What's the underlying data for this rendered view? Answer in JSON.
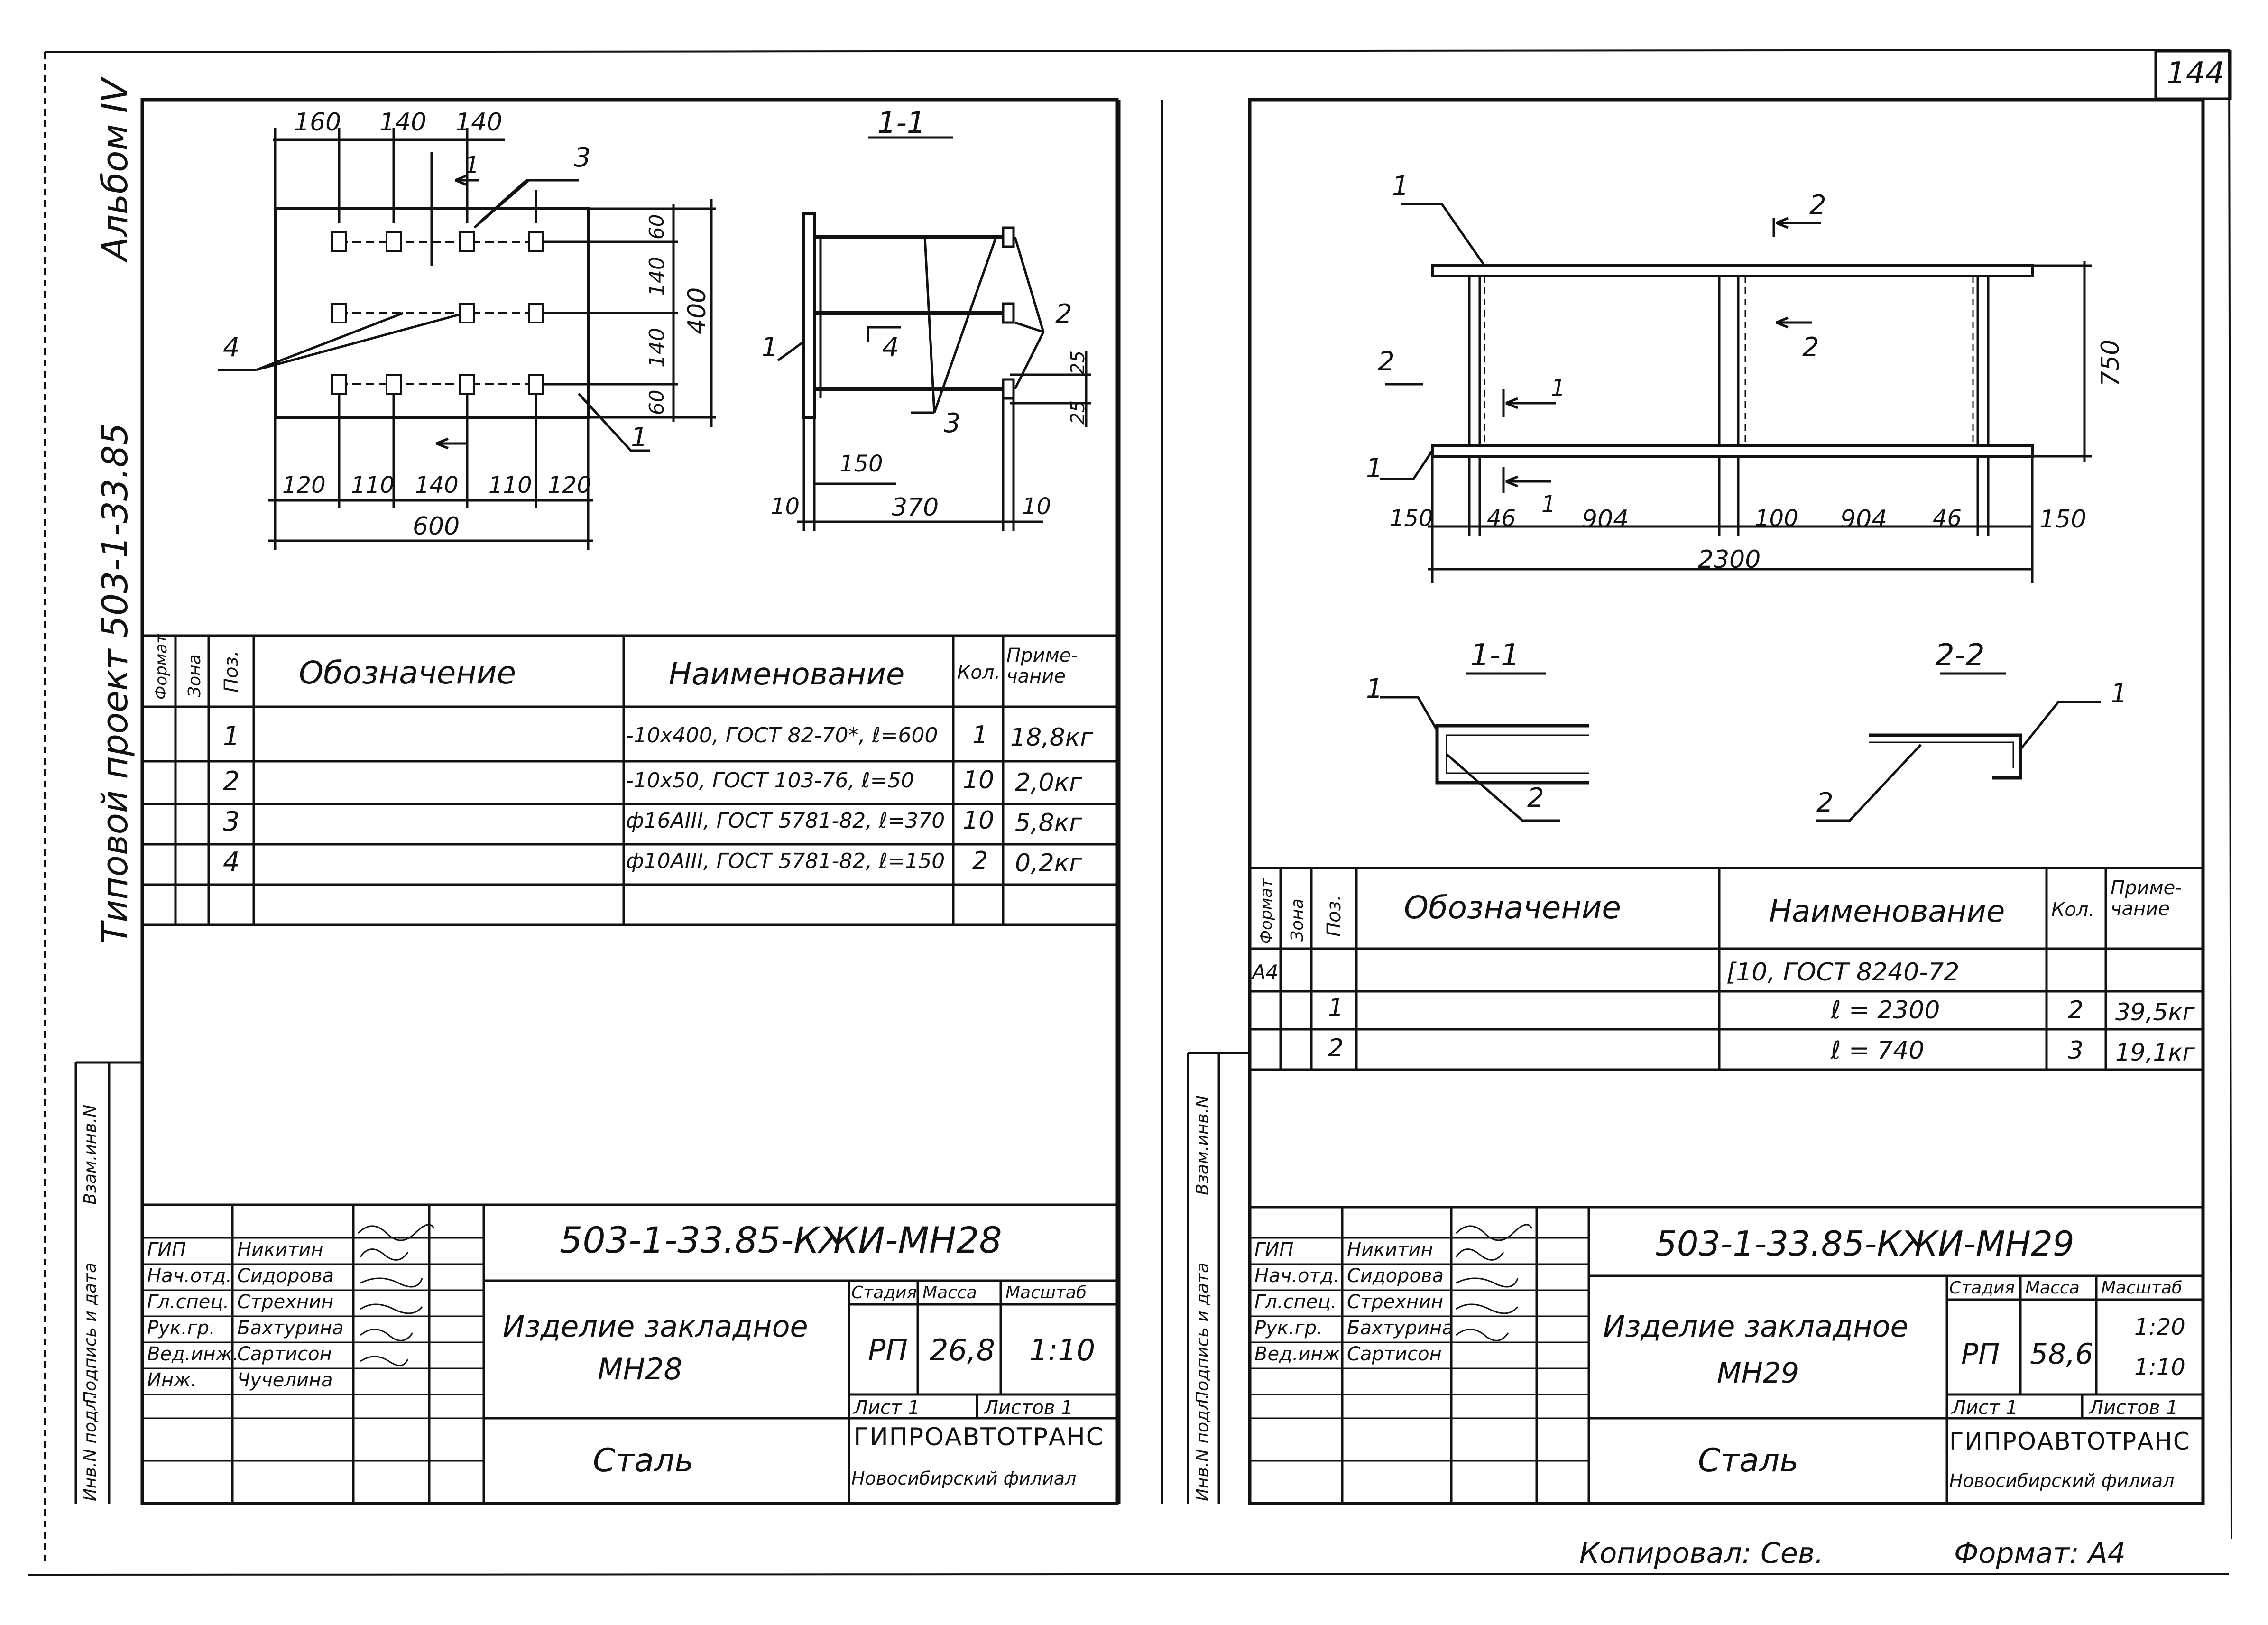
{
  "page_number": "144",
  "margin": {
    "album": "Альбом IV",
    "project": "Типовой проект 503-1-33.85"
  },
  "side_stamp": {
    "inv_podl": "Инв.N подл.",
    "podpis_data": "Подпись и дата",
    "vzam_inv": "Взам.инв.N"
  },
  "sheet_left": {
    "section_label": "1-1",
    "plan": {
      "dims_top": [
        "160",
        "140",
        "140"
      ],
      "dims_bottom": [
        "120",
        "110",
        "140",
        "110",
        "120"
      ],
      "total_width": "600",
      "dims_right": [
        "60",
        "140",
        "140",
        "60"
      ],
      "total_height": "400",
      "cut_mark": "1",
      "callouts": [
        "3",
        "4",
        "1"
      ]
    },
    "section": {
      "dims_bottom": [
        "10",
        "370",
        "10"
      ],
      "dim_inner": "150",
      "dims_right": [
        "25",
        "25"
      ],
      "callouts": [
        "1",
        "4",
        "2",
        "3"
      ]
    },
    "spec": {
      "headers": {
        "format": "Формат",
        "zone": "Зона",
        "pos": "Поз.",
        "designation": "Обозначение",
        "name": "Наименование",
        "qty": "Кол.",
        "note": "Приме-чание"
      },
      "rows": [
        {
          "pos": "1",
          "name": "-10x400, ГОСТ 82-70*, ℓ=600",
          "qty": "1",
          "note": "18,8кг"
        },
        {
          "pos": "2",
          "name": "-10x50, ГОСТ 103-76, ℓ=50",
          "qty": "10",
          "note": "2,0кг"
        },
        {
          "pos": "3",
          "name": "ф16АIII, ГОСТ 5781-82, ℓ=370",
          "qty": "10",
          "note": "5,8кг"
        },
        {
          "pos": "4",
          "name": "ф10АIII, ГОСТ 5781-82, ℓ=150",
          "qty": "2",
          "note": "0,2кг"
        }
      ]
    },
    "title_block": {
      "code": "503-1-33.85-КЖИ-МН28",
      "roles": [
        "ГИП",
        "Нач.отд.",
        "Гл.спец.",
        "Рук.гр.",
        "Вед.инж.",
        "Инж."
      ],
      "names": [
        "Никитин",
        "Сидорова",
        "Стрехнин",
        "Бахтурина",
        "Сартисон",
        "Чучелина"
      ],
      "item_name": "Изделие закладное",
      "item_code": "МН28",
      "material": "Сталь",
      "stage_label": "Стадия",
      "mass_label": "Масса",
      "scale_label": "Масштаб",
      "stage": "РП",
      "mass": "26,8",
      "scale": "1:10",
      "sheet": "Лист 1",
      "sheets": "Листов 1",
      "org": "ГИПРОАВТОТРАНС",
      "branch": "Новосибирский филиал"
    }
  },
  "sheet_right": {
    "elevation": {
      "dims_bottom": [
        "150",
        "46",
        "904",
        "100",
        "904",
        "46",
        "150"
      ],
      "total_width": "2300",
      "height": "750",
      "callouts": [
        "1",
        "2",
        "1"
      ],
      "cut_marks": [
        "2",
        "2",
        "1",
        "1"
      ]
    },
    "sections": [
      {
        "label": "1-1",
        "callouts": [
          "1",
          "2"
        ]
      },
      {
        "label": "2-2",
        "callouts": [
          "1",
          "2"
        ]
      }
    ],
    "spec": {
      "headers": {
        "format": "Формат",
        "zone": "Зона",
        "pos": "Поз.",
        "designation": "Обозначение",
        "name": "Наименование",
        "qty": "Кол.",
        "note": "Приме-чание"
      },
      "rows": [
        {
          "format": "А4",
          "pos": "",
          "name": "[10, ГОСТ 8240-72",
          "qty": "",
          "note": ""
        },
        {
          "format": "",
          "pos": "1",
          "name": "ℓ = 2300",
          "qty": "2",
          "note": "39,5кг"
        },
        {
          "format": "",
          "pos": "2",
          "name": "ℓ = 740",
          "qty": "3",
          "note": "19,1кг"
        }
      ]
    },
    "title_block": {
      "code": "503-1-33.85-КЖИ-МН29",
      "roles": [
        "ГИП",
        "Нач.отд.",
        "Гл.спец.",
        "Рук.гр.",
        "Вед.инж."
      ],
      "names": [
        "Никитин",
        "Сидорова",
        "Стрехнин",
        "Бахтурина",
        "Сартисон"
      ],
      "item_name": "Изделие закладное",
      "item_code": "МН29",
      "material": "Сталь",
      "stage_label": "Стадия",
      "mass_label": "Масса",
      "scale_label": "Масштаб",
      "stage": "РП",
      "mass": "58,6",
      "scale_1": "1:20",
      "scale_2": "1:10",
      "sheet": "Лист 1",
      "sheets": "Листов 1",
      "org": "ГИПРОАВТОТРАНС",
      "branch": "Новосибирский филиал"
    }
  },
  "footer": {
    "copied": "Копировал: Сев.",
    "format": "Формат: А4"
  }
}
